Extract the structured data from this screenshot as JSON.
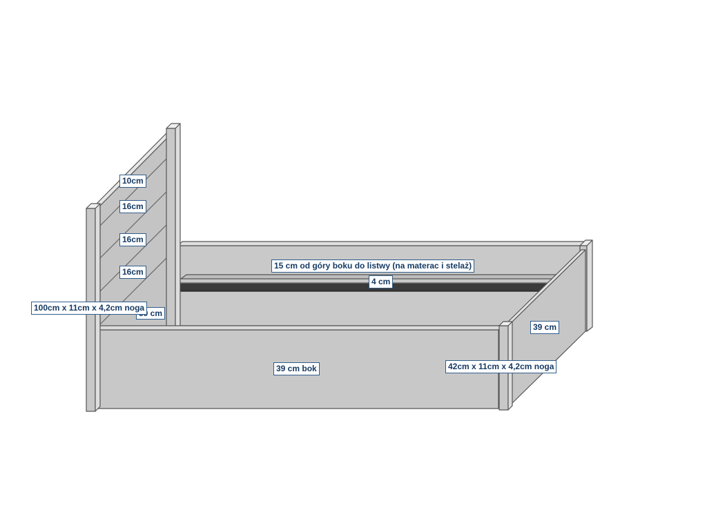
{
  "labels": {
    "head_slat_top": "10cm",
    "head_slat_1": "16cm",
    "head_slat_2": "16cm",
    "head_slat_3": "16cm",
    "head_side_height": "39 cm",
    "head_leg": "100cm x 11cm x 4,2cm noga",
    "rail_distance": "15 cm od góry boku do listwy (na materac i stelaż)",
    "rail_thickness": "4 cm",
    "front_side": "39 cm bok",
    "right_side": "39 cm",
    "foot_leg": "42cm x 11cm x 4,2cm noga"
  },
  "colors": {
    "panel_fill": "#c8c8c8",
    "panel_side": "#dcdcdc",
    "edge": "#555555",
    "rail_dark": "#3a3a3a",
    "label_border": "#2f5d8a",
    "label_text": "#163a63"
  }
}
